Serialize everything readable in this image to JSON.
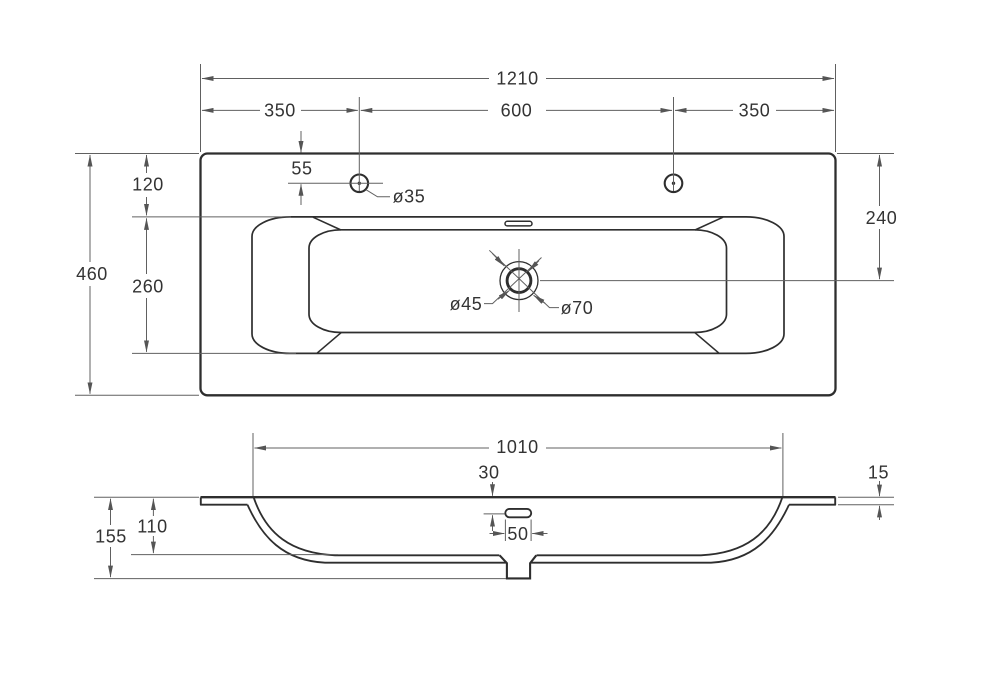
{
  "document_title": "Washbasin dimensional drawing",
  "colors": {
    "background": "#ffffff",
    "object_line": "#2e2e2e",
    "dimension_line": "#606060",
    "text": "#333333"
  },
  "top_view": {
    "view_name": "plan view of washbasin countertop",
    "dim_overall_width": "1210",
    "dim_left_hole_offset": "350",
    "dim_hole_spacing": "600",
    "dim_right_hole_offset": "350",
    "dim_hole_from_rear_edge": "55",
    "label_faucet_hole_diameter": "ø35",
    "dim_rear_edge_to_basin": "120",
    "dim_basin_front_to_back": "260",
    "dim_overall_depth": "460",
    "dim_drain_from_rear_edge": "240",
    "label_drain_inner_diameter": "ø45",
    "label_drain_outer_diameter": "ø70"
  },
  "front_view": {
    "view_name": "front elevation of washbasin",
    "dim_basin_inner_width": "1010",
    "dim_overflow_from_top": "30",
    "dim_overflow_width": "50",
    "dim_rim_thickness": "15",
    "dim_bowl_depth": "110",
    "dim_overall_height": "155"
  }
}
